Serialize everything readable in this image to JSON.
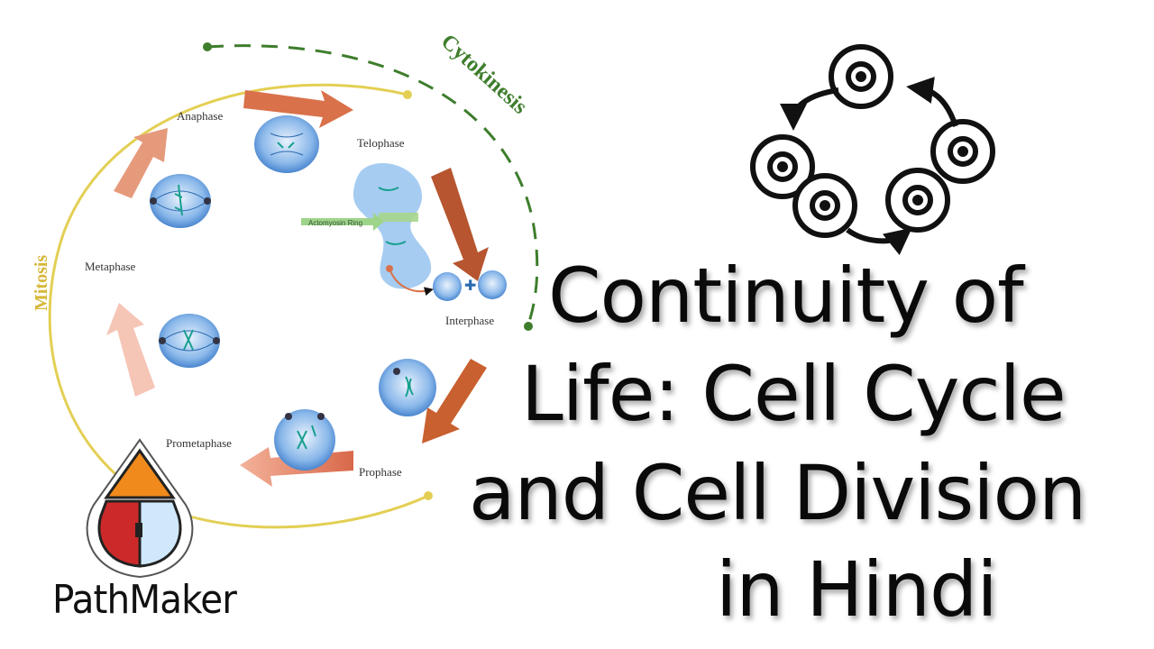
{
  "diagram": {
    "cycle_labels": {
      "mitosis": "Mitosis",
      "cytokinesis": "Cytokinesis"
    },
    "phases": {
      "anaphase": "Anaphase",
      "telophase": "Telophase",
      "metaphase": "Metaphase",
      "interphase": "Interphase",
      "prometaphase": "Prometaphase",
      "prophase": "Prophase"
    },
    "annotation": "Actomyosin Ring",
    "colors": {
      "mitosis_arc": "#e3cf54",
      "cytokinesis_arc": "#3e7d2c",
      "arrow": "#d9714a",
      "cell": "#4a8bd6"
    }
  },
  "title": {
    "line1": "Continuity of",
    "line2": "Life: Cell Cycle",
    "line3": "and Cell Division",
    "line4": "in Hindi"
  },
  "brand": {
    "name": "PathMaker",
    "colors": {
      "top": "#f08a1c",
      "left": "#cc2a2a",
      "right": "#cfe8fb"
    }
  },
  "icon": {
    "name": "cell-cycle-icon"
  }
}
